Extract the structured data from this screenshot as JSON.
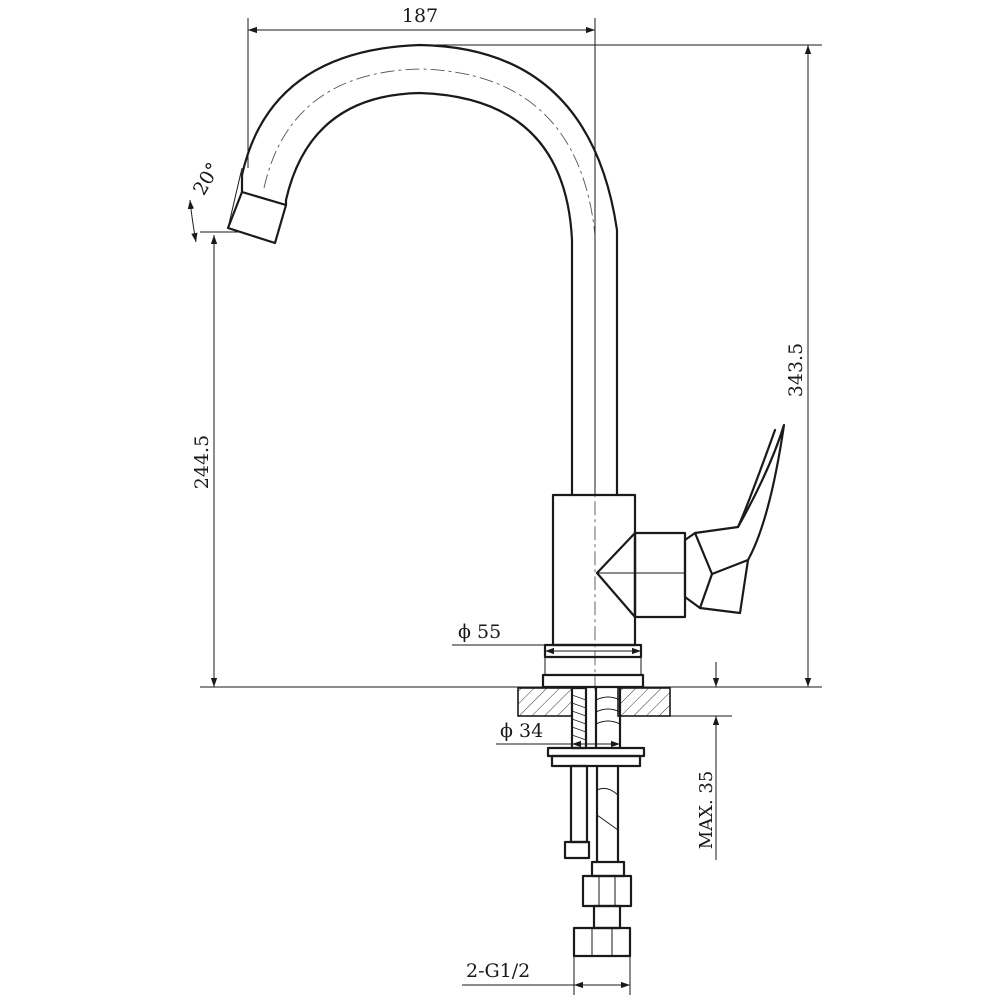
{
  "dimensions": {
    "width_top": "187",
    "spout_angle": "20°",
    "spout_height": "244.5",
    "total_height": "343.5",
    "body_diameter": "ϕ 55",
    "hole_diameter": "ϕ 34",
    "max_thickness": "MAX. 35",
    "hose_thread": "2-G1/2"
  },
  "colors": {
    "line": "#1a1a1a",
    "background": "#ffffff"
  }
}
